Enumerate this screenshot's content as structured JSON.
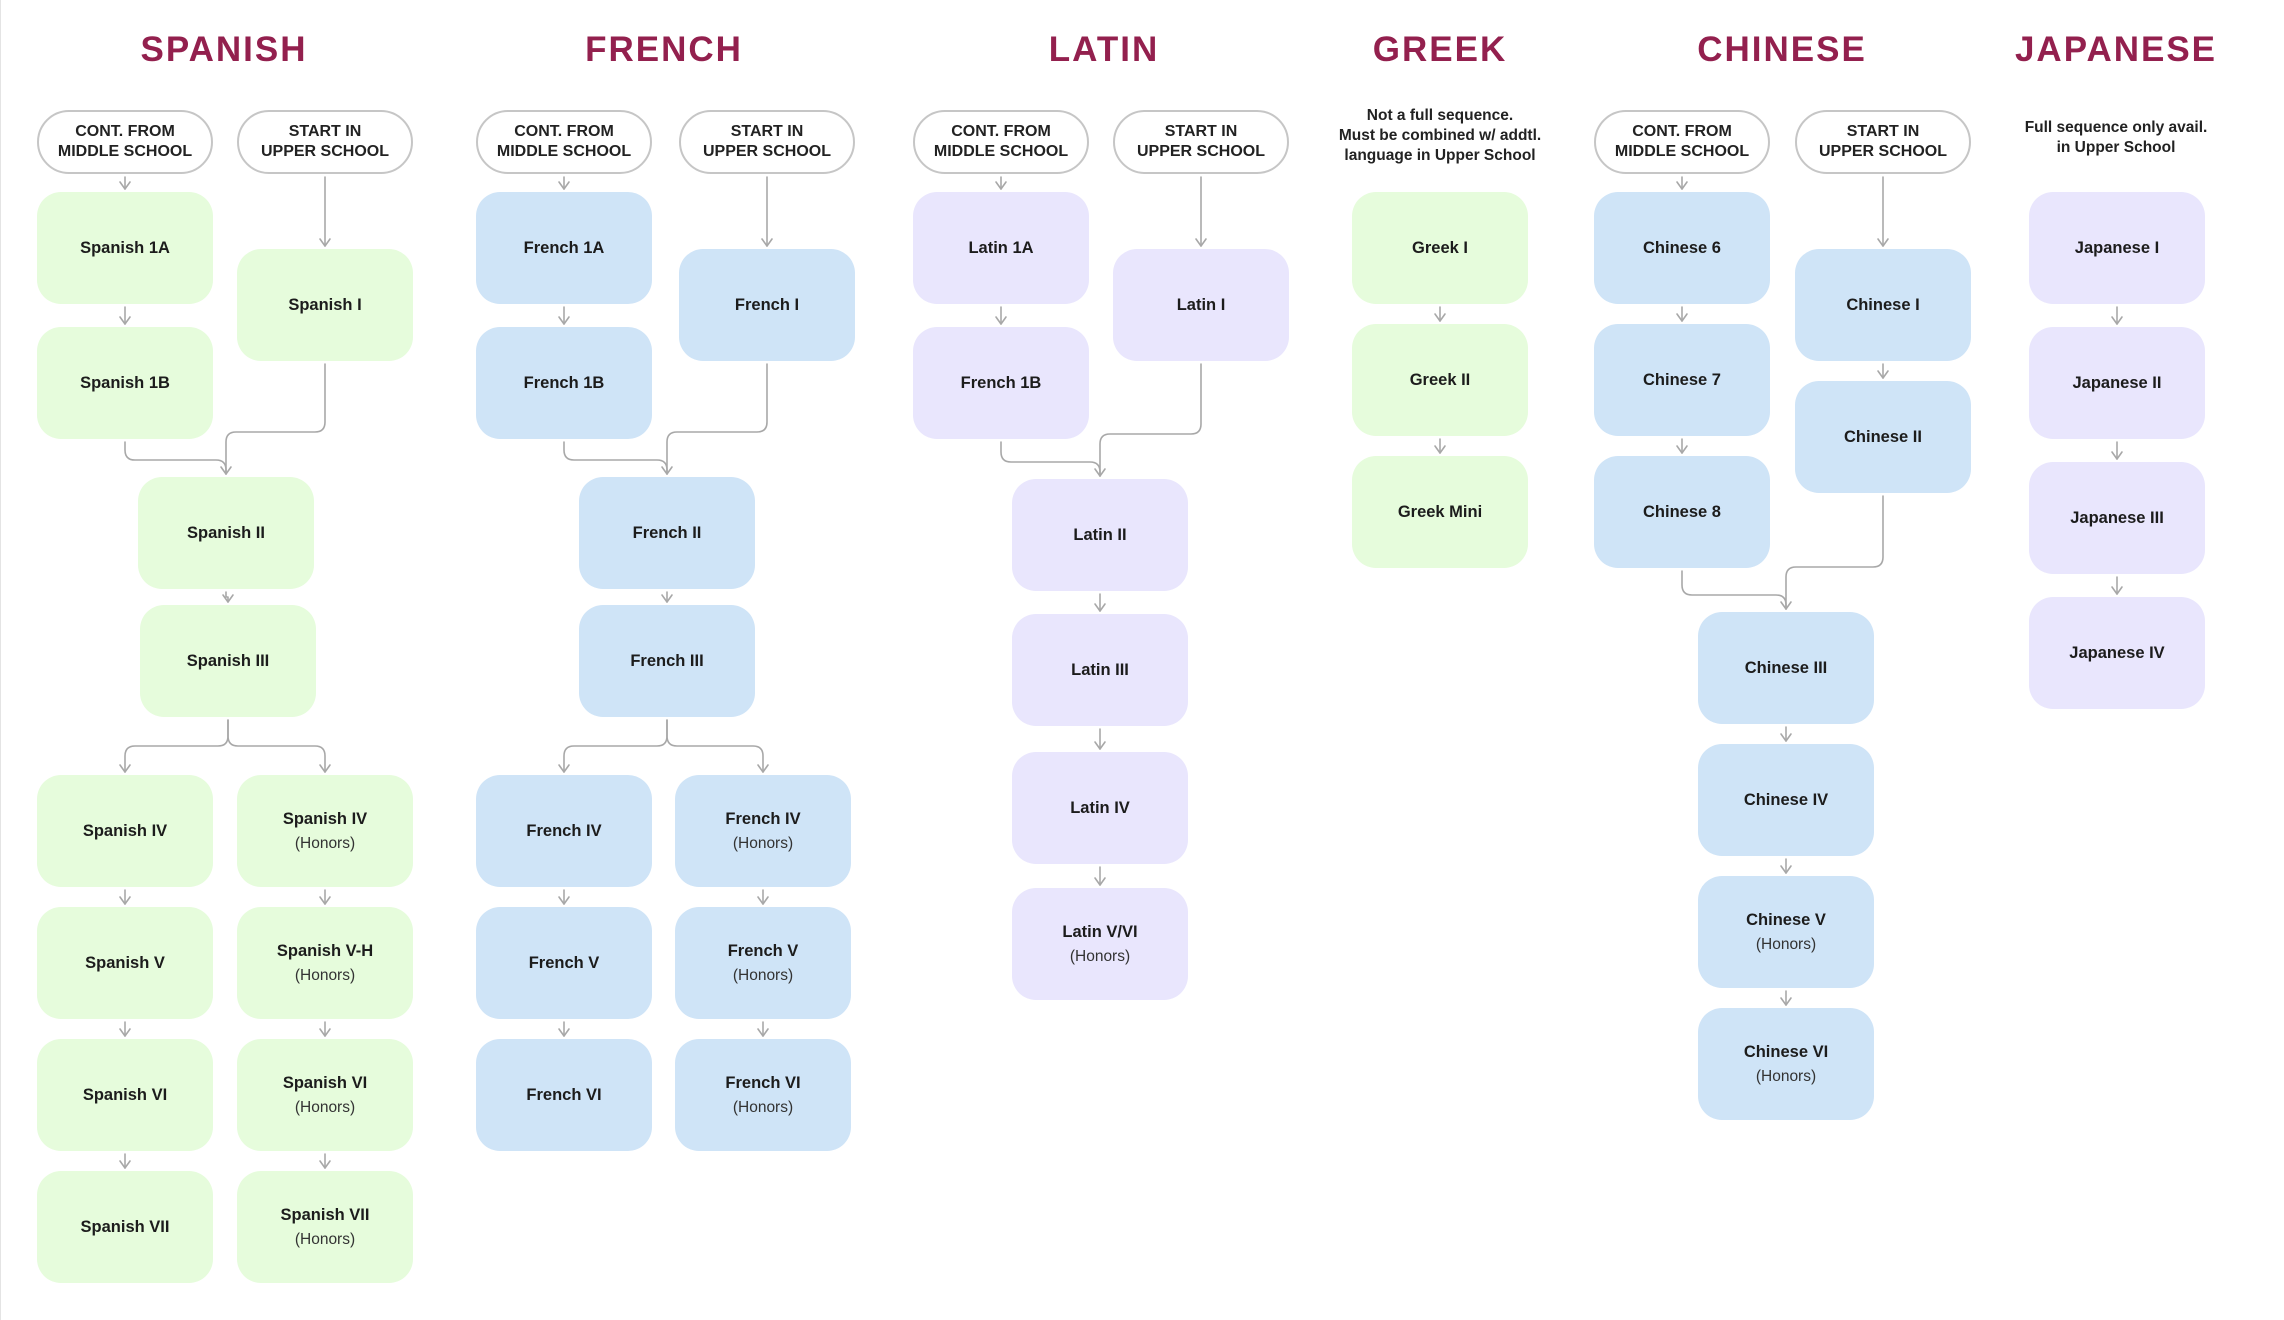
{
  "colors": {
    "title": "#93204e",
    "green": "#e6fcdc",
    "blue": "#cfe4f7",
    "lavender": "#e9e6fd",
    "pill_border": "#c6c6c6",
    "connector": "#a8a8a8"
  },
  "languages": [
    {
      "id": "spanish",
      "title": "SPANISH",
      "color": "green",
      "headers": [
        "CONT. FROM\nMIDDLE SCHOOL",
        "START IN\nUPPER SCHOOL"
      ],
      "note": "",
      "courses": [
        {
          "id": "es1a",
          "name": "Spanish 1A",
          "sub": ""
        },
        {
          "id": "es1b",
          "name": "Spanish 1B",
          "sub": ""
        },
        {
          "id": "esI",
          "name": "Spanish I",
          "sub": ""
        },
        {
          "id": "esII",
          "name": "Spanish II",
          "sub": ""
        },
        {
          "id": "esIII",
          "name": "Spanish III",
          "sub": ""
        },
        {
          "id": "esIV",
          "name": "Spanish IV",
          "sub": ""
        },
        {
          "id": "esIVh",
          "name": "Spanish IV",
          "sub": "(Honors)"
        },
        {
          "id": "esV",
          "name": "Spanish V",
          "sub": ""
        },
        {
          "id": "esVh",
          "name": "Spanish V-H",
          "sub": "(Honors)"
        },
        {
          "id": "esVI",
          "name": "Spanish VI",
          "sub": ""
        },
        {
          "id": "esVIh",
          "name": "Spanish VI",
          "sub": "(Honors)"
        },
        {
          "id": "esVII",
          "name": "Spanish VII",
          "sub": ""
        },
        {
          "id": "esVIIh",
          "name": "Spanish VII",
          "sub": "(Honors)"
        }
      ]
    },
    {
      "id": "french",
      "title": "FRENCH",
      "color": "blue",
      "headers": [
        "CONT. FROM\nMIDDLE SCHOOL",
        "START IN\nUPPER SCHOOL"
      ],
      "note": "",
      "courses": [
        {
          "id": "fr1a",
          "name": "French 1A",
          "sub": ""
        },
        {
          "id": "fr1b",
          "name": "French 1B",
          "sub": ""
        },
        {
          "id": "frI",
          "name": "French I",
          "sub": ""
        },
        {
          "id": "frII",
          "name": "French II",
          "sub": ""
        },
        {
          "id": "frIII",
          "name": "French III",
          "sub": ""
        },
        {
          "id": "frIV",
          "name": "French IV",
          "sub": ""
        },
        {
          "id": "frIVh",
          "name": "French IV",
          "sub": "(Honors)"
        },
        {
          "id": "frV",
          "name": "French V",
          "sub": ""
        },
        {
          "id": "frVh",
          "name": "French V",
          "sub": "(Honors)"
        },
        {
          "id": "frVI",
          "name": "French VI",
          "sub": ""
        },
        {
          "id": "frVIh",
          "name": "French VI",
          "sub": "(Honors)"
        }
      ]
    },
    {
      "id": "latin",
      "title": "LATIN",
      "color": "lavender",
      "headers": [
        "CONT. FROM\nMIDDLE SCHOOL",
        "START IN\nUPPER SCHOOL"
      ],
      "note": "",
      "courses": [
        {
          "id": "la1a",
          "name": "Latin 1A",
          "sub": ""
        },
        {
          "id": "la1b",
          "name": "French 1B",
          "sub": ""
        },
        {
          "id": "laI",
          "name": "Latin I",
          "sub": ""
        },
        {
          "id": "laII",
          "name": "Latin II",
          "sub": ""
        },
        {
          "id": "laIII",
          "name": "Latin III",
          "sub": ""
        },
        {
          "id": "laIV",
          "name": "Latin IV",
          "sub": ""
        },
        {
          "id": "laV",
          "name": "Latin V/VI",
          "sub": "(Honors)"
        }
      ]
    },
    {
      "id": "greek",
      "title": "GREEK",
      "color": "green",
      "headers": [],
      "note": "Not a full sequence.\nMust be combined w/ addtl.\nlanguage in Upper School",
      "courses": [
        {
          "id": "grI",
          "name": "Greek I",
          "sub": ""
        },
        {
          "id": "grII",
          "name": "Greek II",
          "sub": ""
        },
        {
          "id": "grMini",
          "name": "Greek Mini",
          "sub": ""
        }
      ]
    },
    {
      "id": "chinese",
      "title": "CHINESE",
      "color": "blue",
      "headers": [
        "CONT. FROM\nMIDDLE SCHOOL",
        "START IN\nUPPER SCHOOL"
      ],
      "note": "",
      "courses": [
        {
          "id": "zh6",
          "name": "Chinese 6",
          "sub": ""
        },
        {
          "id": "zh7",
          "name": "Chinese 7",
          "sub": ""
        },
        {
          "id": "zh8",
          "name": "Chinese 8",
          "sub": ""
        },
        {
          "id": "zhI",
          "name": "Chinese I",
          "sub": ""
        },
        {
          "id": "zhII",
          "name": "Chinese II",
          "sub": ""
        },
        {
          "id": "zhIII",
          "name": "Chinese III",
          "sub": ""
        },
        {
          "id": "zhIV",
          "name": "Chinese IV",
          "sub": ""
        },
        {
          "id": "zhV",
          "name": "Chinese V",
          "sub": "(Honors)"
        },
        {
          "id": "zhVI",
          "name": "Chinese VI",
          "sub": "(Honors)"
        }
      ]
    },
    {
      "id": "japanese",
      "title": "JAPANESE",
      "color": "lavender",
      "headers": [],
      "note": "Full sequence only avail.\nin Upper School",
      "courses": [
        {
          "id": "jaI",
          "name": "Japanese I",
          "sub": ""
        },
        {
          "id": "jaII",
          "name": "Japanese II",
          "sub": ""
        },
        {
          "id": "jaIII",
          "name": "Japanese III",
          "sub": ""
        },
        {
          "id": "jaIV",
          "name": "Japanese IV",
          "sub": ""
        }
      ]
    }
  ]
}
